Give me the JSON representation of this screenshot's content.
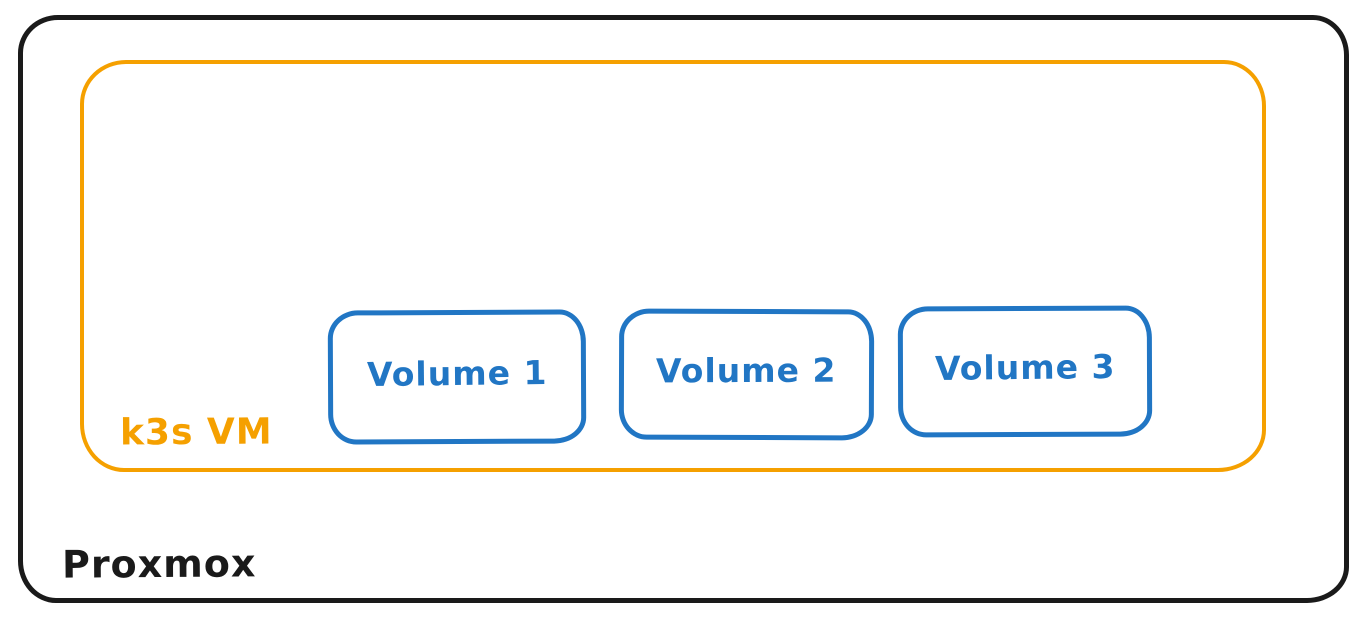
{
  "diagram": {
    "outer": {
      "label": "Proxmox",
      "color": "#1a1a1a"
    },
    "vm": {
      "label": "k3s VM",
      "color": "#f5a000"
    },
    "volumes": [
      {
        "label": "Volume 1"
      },
      {
        "label": "Volume 2"
      },
      {
        "label": "Volume 3"
      }
    ],
    "volume_color": "#2176c4",
    "background": "#ffffff"
  }
}
